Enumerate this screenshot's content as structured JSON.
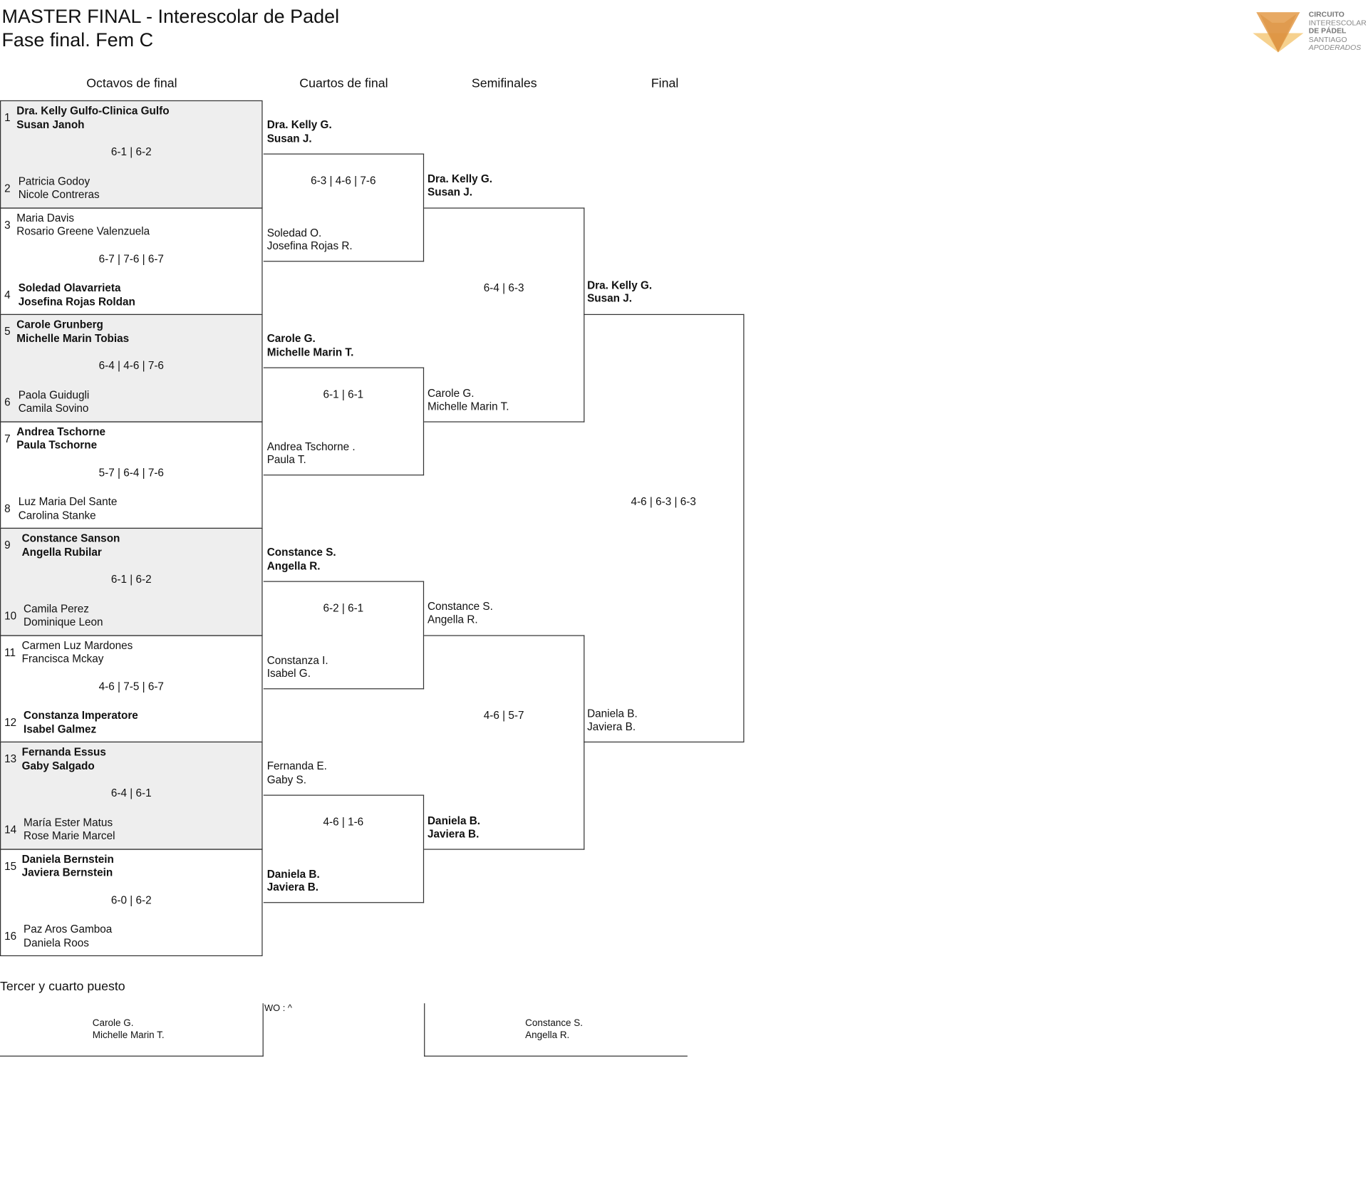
{
  "header": {
    "title": "MASTER FINAL - Interescolar de Padel",
    "subtitle": "Fase final. Fem C"
  },
  "logo": {
    "line1": "CIRCUITO",
    "line2": "INTERESCOLAR",
    "line3": "DE PÁDEL",
    "line4": "SANTIAGO",
    "line5": "APODERADOS",
    "colors": [
      "#e39a48",
      "#f5c97a"
    ]
  },
  "rounds": {
    "r16": "Octavos de final",
    "qf": "Cuartos de final",
    "sf": "Semifinales",
    "final": "Final"
  },
  "round_of_16": [
    {
      "t1": {
        "seed": "1",
        "p1": "Dra. Kelly Gulfo-Clinica Gulfo",
        "p2": "Susan Janoh",
        "win": true
      },
      "t2": {
        "seed": "2",
        "p1": "Patricia Godoy",
        "p2": "Nicole Contreras",
        "win": false
      },
      "score": "6-1 | 6-2"
    },
    {
      "t1": {
        "seed": "3",
        "p1": "Maria Davis",
        "p2": "Rosario Greene Valenzuela",
        "win": false
      },
      "t2": {
        "seed": "4",
        "p1": "Soledad Olavarrieta",
        "p2": "Josefina Rojas Roldan",
        "win": true
      },
      "score": "6-7 | 7-6 | 6-7"
    },
    {
      "t1": {
        "seed": "5",
        "p1": "Carole Grunberg",
        "p2": "Michelle Marin Tobias",
        "win": true
      },
      "t2": {
        "seed": "6",
        "p1": "Paola Guidugli",
        "p2": "Camila Sovino",
        "win": false
      },
      "score": "6-4 | 4-6 | 7-6"
    },
    {
      "t1": {
        "seed": "7",
        "p1": "Andrea Tschorne",
        "p2": "Paula Tschorne",
        "win": true
      },
      "t2": {
        "seed": "8",
        "p1": "Luz Maria Del Sante",
        "p2": "Carolina Stanke",
        "win": false
      },
      "score": "5-7 | 6-4 | 7-6"
    },
    {
      "t1": {
        "seed": "9",
        "p1": "Constance Sanson",
        "p2": "Angella Rubilar",
        "win": true
      },
      "t2": {
        "seed": "10",
        "p1": "Camila Perez",
        "p2": "Dominique Leon",
        "win": false
      },
      "score": "6-1 | 6-2"
    },
    {
      "t1": {
        "seed": "11",
        "p1": "Carmen Luz Mardones",
        "p2": "Francisca Mckay",
        "win": false
      },
      "t2": {
        "seed": "12",
        "p1": "Constanza Imperatore",
        "p2": "Isabel Galmez",
        "win": true
      },
      "score": "4-6 | 7-5 | 6-7"
    },
    {
      "t1": {
        "seed": "13",
        "p1": "Fernanda Essus",
        "p2": "Gaby Salgado",
        "win": true
      },
      "t2": {
        "seed": "14",
        "p1": "María Ester Matus",
        "p2": "Rose Marie Marcel",
        "win": false
      },
      "score": "6-4 | 6-1"
    },
    {
      "t1": {
        "seed": "15",
        "p1": "Daniela Bernstein",
        "p2": "Javiera Bernstein",
        "win": true
      },
      "t2": {
        "seed": "16",
        "p1": "Paz Aros Gamboa",
        "p2": "Daniela Roos",
        "win": false
      },
      "score": "6-0 | 6-2"
    }
  ],
  "quarterfinals": [
    {
      "t1": {
        "p1": "Dra. Kelly G.",
        "p2": "Susan J.",
        "win": true
      },
      "t2": {
        "p1": "Soledad O.",
        "p2": "Josefina Rojas R.",
        "win": false
      },
      "score": "6-3 | 4-6 | 7-6"
    },
    {
      "t1": {
        "p1": "Carole G.",
        "p2": "Michelle Marin T.",
        "win": true
      },
      "t2": {
        "p1": "Andrea Tschorne .",
        "p2": "Paula T.",
        "win": false
      },
      "score": "6-1 | 6-1"
    },
    {
      "t1": {
        "p1": "Constance S.",
        "p2": "Angella R.",
        "win": true
      },
      "t2": {
        "p1": "Constanza I.",
        "p2": "Isabel G.",
        "win": false
      },
      "score": "6-2 | 6-1"
    },
    {
      "t1": {
        "p1": "Fernanda E.",
        "p2": "Gaby S.",
        "win": false
      },
      "t2": {
        "p1": "Daniela B.",
        "p2": "Javiera B.",
        "win": true
      },
      "score": "4-6 | 1-6"
    }
  ],
  "semifinals": [
    {
      "t1": {
        "p1": "Dra. Kelly G.",
        "p2": "Susan J.",
        "win": true
      },
      "t2": {
        "p1": "Carole G.",
        "p2": "Michelle Marin T.",
        "win": false
      },
      "score": "6-4 | 6-3"
    },
    {
      "t1": {
        "p1": "Constance S.",
        "p2": "Angella R.",
        "win": false
      },
      "t2": {
        "p1": "Daniela B.",
        "p2": "Javiera B.",
        "win": true
      },
      "score": "4-6 | 5-7"
    }
  ],
  "final": [
    {
      "t1": {
        "p1": "Dra. Kelly G.",
        "p2": "Susan J.",
        "win": true
      },
      "t2": {
        "p1": "Daniela B.",
        "p2": "Javiera B.",
        "win": false
      },
      "score": "4-6 | 6-3 | 6-3"
    }
  ],
  "third_place": {
    "title": "Tercer y cuarto puesto",
    "t1": {
      "p1": "Carole G.",
      "p2": "Michelle Marin T."
    },
    "t2": {
      "p1": "Constance S.",
      "p2": "Angella R."
    },
    "note": "WO : ^"
  }
}
